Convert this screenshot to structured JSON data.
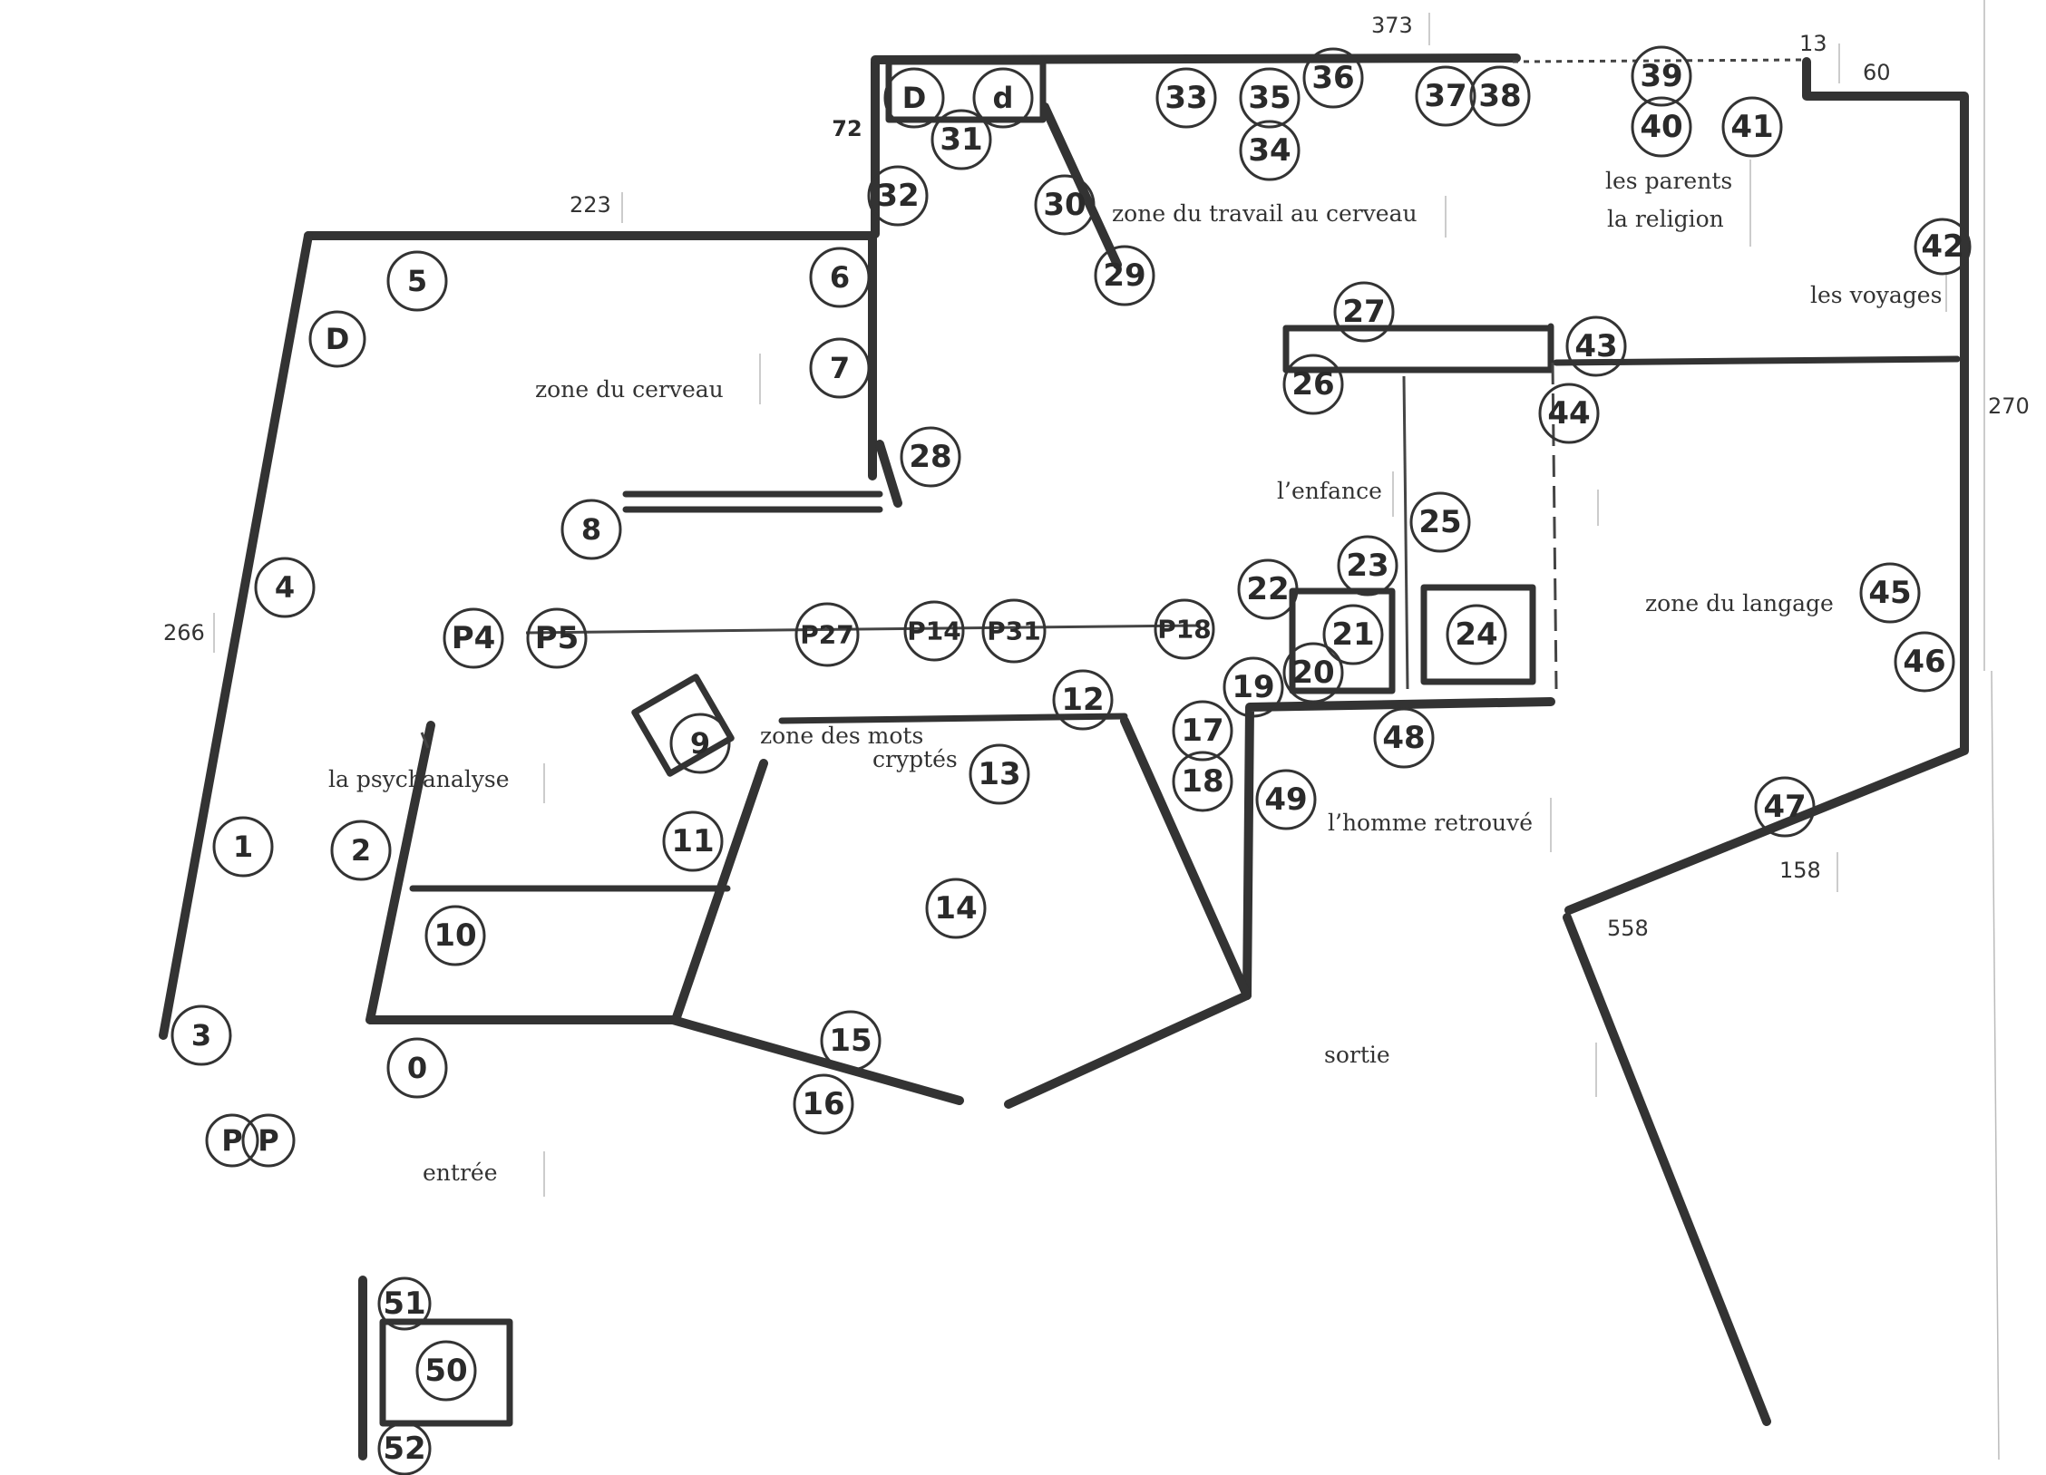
{
  "diagram": {
    "markers": [
      "D",
      "d",
      "31",
      "72",
      "32",
      "30",
      "33",
      "35",
      "34",
      "36",
      "37",
      "38",
      "39",
      "40",
      "41",
      "42",
      "29",
      "5",
      "D",
      "6",
      "7",
      "27",
      "43",
      "26",
      "44",
      "28",
      "8",
      "25",
      "4",
      "23",
      "22",
      "21",
      "24",
      "45",
      "46",
      "P4",
      "P5",
      "P27",
      "P14",
      "P31",
      "P18",
      "19",
      "20",
      "48",
      "12",
      "17",
      "18",
      "9",
      "13",
      "11",
      "49",
      "47",
      "1",
      "2",
      "10",
      "14",
      "3",
      "15",
      "0",
      "16",
      "P",
      "P",
      "51",
      "50",
      "52"
    ],
    "zones": {
      "travail": "zone du travail au cerveau",
      "parents": "les parents",
      "religion": "la religion",
      "voyages": "les voyages",
      "cerveau": "zone du cerveau",
      "enfance": "l’enfance",
      "langage": "zone du langage",
      "mots_1": "zone des mots",
      "mots_2": "cryptés",
      "psychanalyse": "la psychanalyse",
      "homme": "l’homme retrouvé",
      "sortie": "sortie",
      "entree": "entrée"
    },
    "dimensions": {
      "d373": "373",
      "d13": "13",
      "d60": "60",
      "d223": "223",
      "d270": "270",
      "d266": "266",
      "d158": "158",
      "d558": "558"
    }
  }
}
